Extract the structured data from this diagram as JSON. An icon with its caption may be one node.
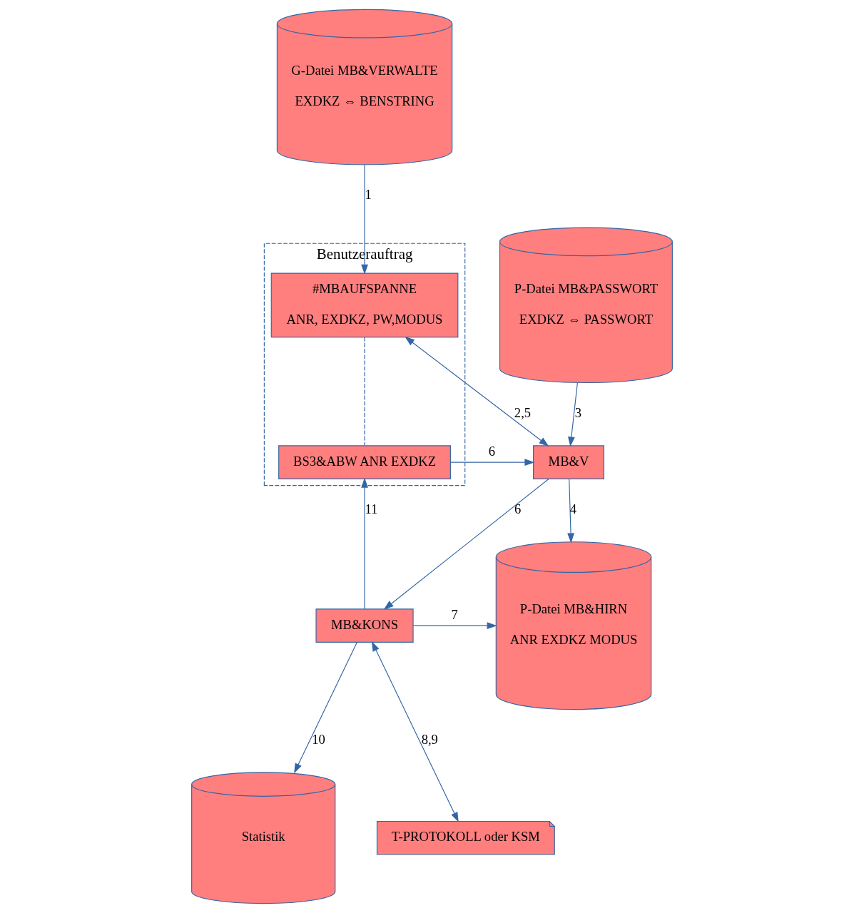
{
  "diagram": {
    "nodes": [
      {
        "text": [
          "Benutzerauftrag"
        ]
      },
      {
        "text": [
          "#MBAUFSPANNE",
          "ANR, EXDKZ, PW,MODUS"
        ],
        "in": 0
      },
      {
        "text": [
          "G-Datei MB&VERWALTE",
          "EXDKZ ⇔ BENSTRING"
        ]
      },
      {
        "text": [
          "P-Datei MB&PASSWORT",
          "EXDKZ ⇔ PASSWORT"
        ]
      },
      {
        "text": [
          "MB&V"
        ]
      },
      {
        "text": [
          "P-Datei MB&HIRN",
          "ANR EXDKZ MODUS"
        ]
      },
      {
        "text": [
          "MB&KONS"
        ]
      },
      {
        "text": [
          "BS3&ABW ANR EXDKZ"
        ],
        "in": 0
      },
      {
        "text": [
          "Statistik"
        ]
      },
      {
        "text": [
          "T-PROTOKOLL oder KSM"
        ]
      }
    ],
    "edges": [
      {
        "from": 2,
        "to": 1,
        "arrow": "to",
        "label": "1"
      },
      {
        "from": 1,
        "to": 4,
        "arrow": "both",
        "label": "2,5"
      },
      {
        "from": 3,
        "to": 4,
        "arrow": "to",
        "label": "3"
      },
      {
        "from": 4,
        "to": 5,
        "arrow": "to",
        "label": "4"
      },
      {
        "from": 4,
        "to": 6,
        "arrow": "to",
        "label": "6"
      },
      {
        "from": 7,
        "to": 4,
        "arrow": "to",
        "label": "6"
      },
      {
        "from": 6,
        "to": 5,
        "arrow": "to",
        "label": "7"
      },
      {
        "from": 6,
        "to": 7,
        "arrow": "to",
        "label": "11"
      },
      {
        "from": 6,
        "to": 9,
        "arrow": "both",
        "label": "8,9"
      },
      {
        "from": 6,
        "to": 8,
        "arrow": "to",
        "label": "10"
      },
      {
        "from": 1,
        "to": 7,
        "arrow": "none",
        "style": "dashed"
      }
    ]
  }
}
